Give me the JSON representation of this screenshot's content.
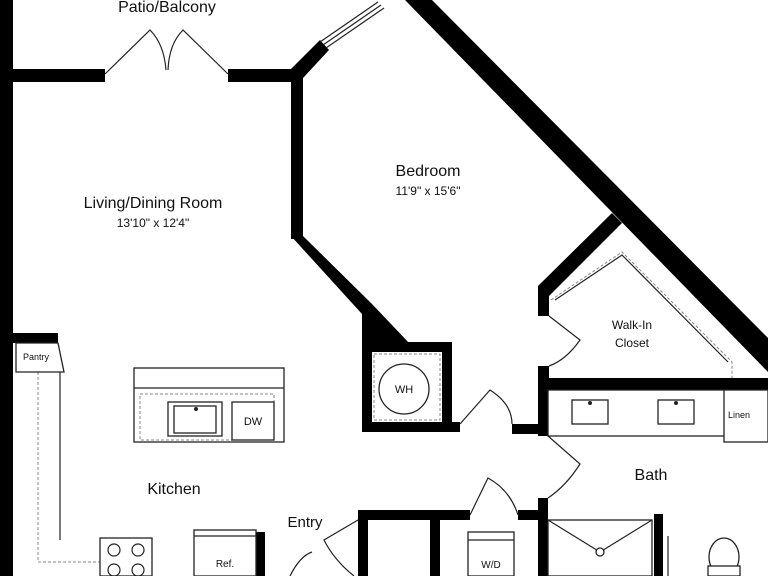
{
  "rooms": {
    "patio": {
      "name": "Patio/Balcony"
    },
    "living": {
      "name": "Living/Dining Room",
      "size": "13'10\" x 12'4\""
    },
    "bedroom": {
      "name": "Bedroom",
      "size": "11'9\" x 15'6\""
    },
    "walkin": {
      "name_line1": "Walk-In",
      "name_line2": "Closet"
    },
    "kitchen": {
      "name": "Kitchen"
    },
    "entry": {
      "name": "Entry"
    },
    "bath": {
      "name": "Bath"
    }
  },
  "fixtures": {
    "pantry": "Pantry",
    "dishwasher": "DW",
    "water_heater": "WH",
    "linen": "Linen",
    "refrigerator": "Ref.",
    "washer_dryer": "W/D"
  }
}
